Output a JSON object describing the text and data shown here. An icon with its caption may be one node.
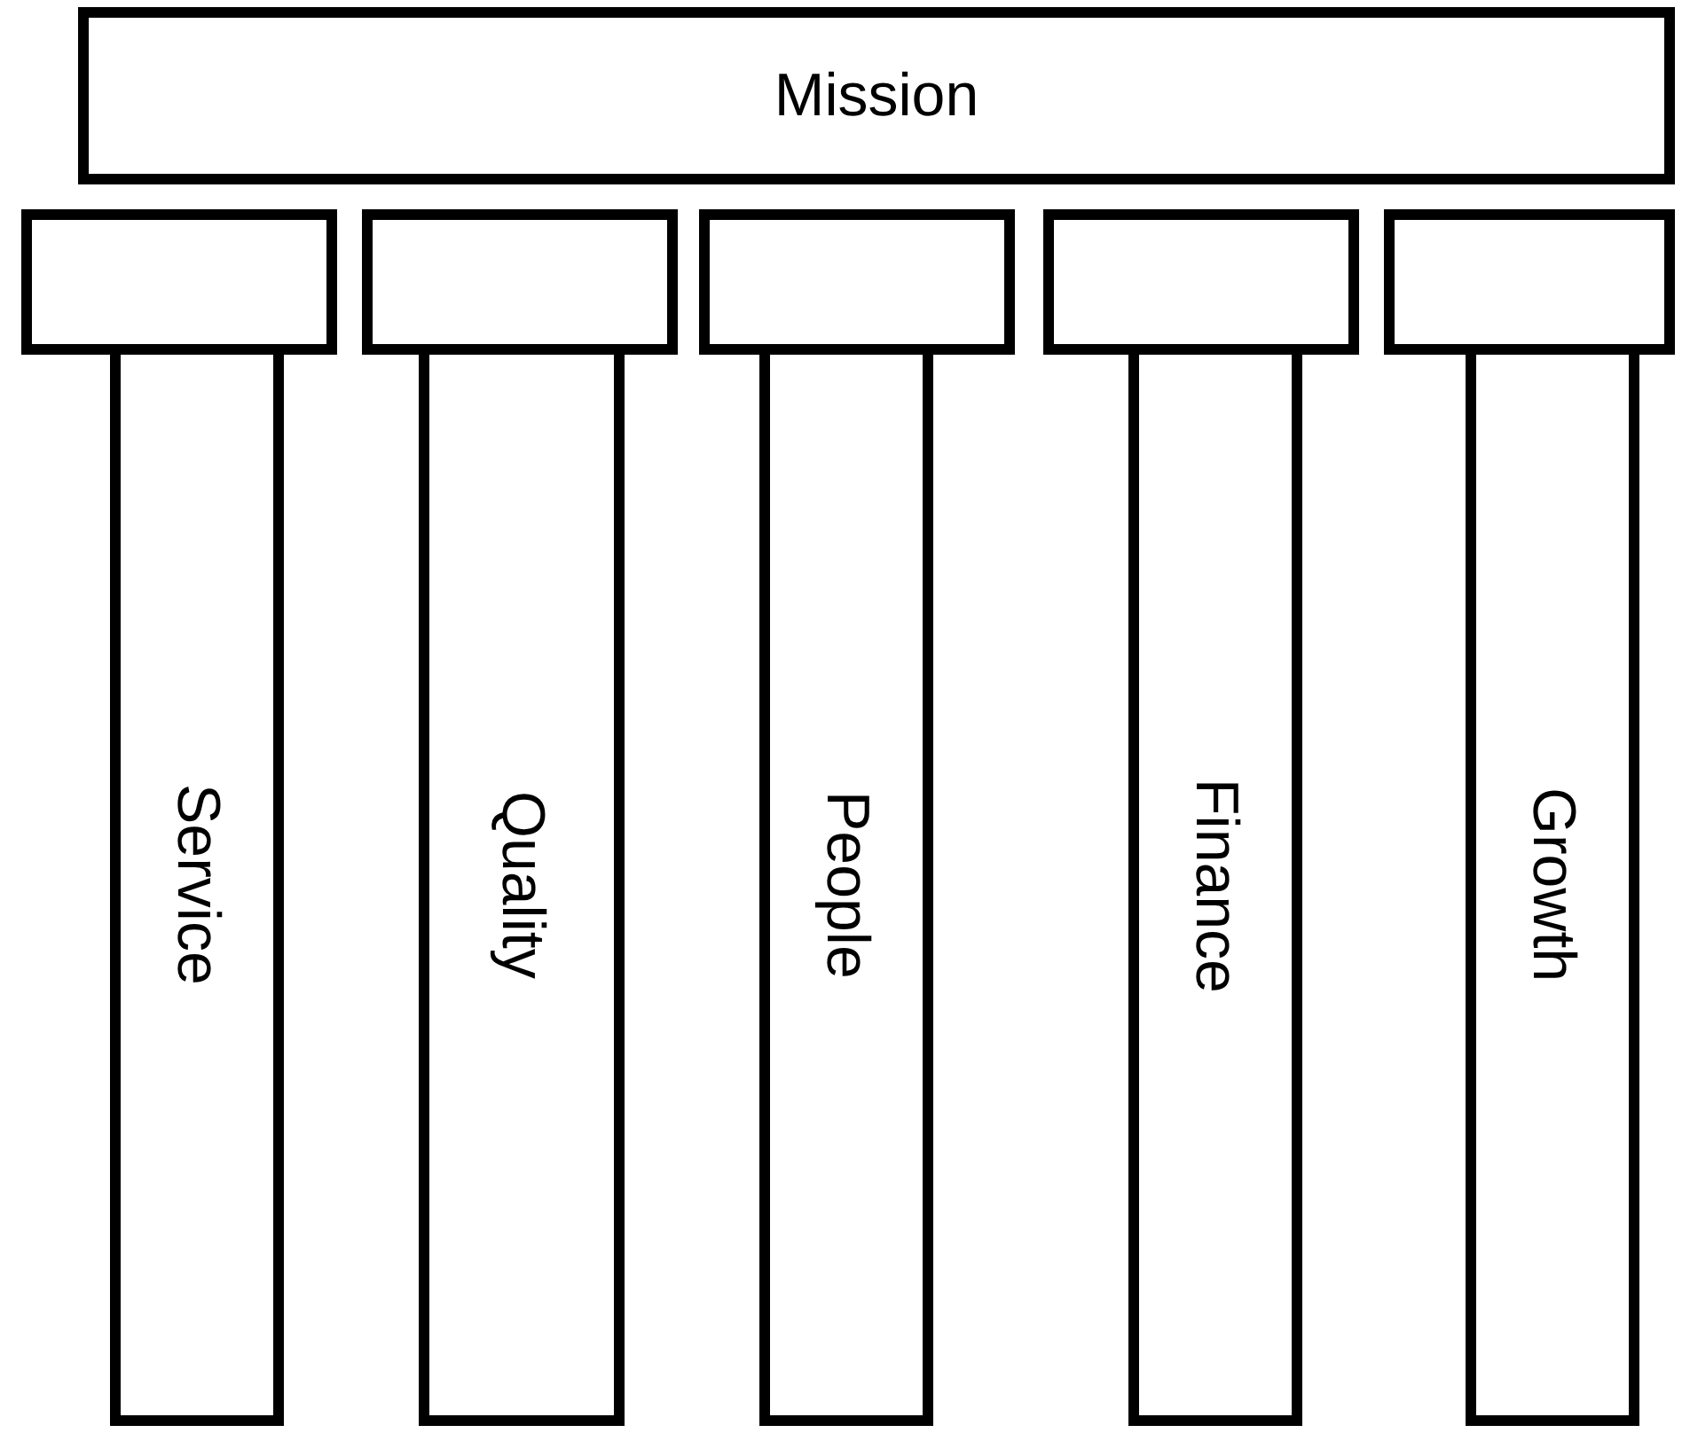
{
  "diagram": {
    "nodes": [
      {
        "text": [
          "Mission"
        ]
      },
      {
        "text": [],
        "shape": "box"
      },
      {
        "text": [],
        "shape": "box"
      },
      {
        "text": [],
        "shape": "box"
      },
      {
        "text": [],
        "shape": "box"
      },
      {
        "text": [],
        "shape": "box"
      },
      {
        "text": [
          "Service"
        ]
      },
      {
        "text": [
          "Quality"
        ]
      },
      {
        "text": [
          "People"
        ]
      },
      {
        "text": [
          "Finance"
        ]
      },
      {
        "text": [
          "Growth"
        ]
      }
    ]
  }
}
